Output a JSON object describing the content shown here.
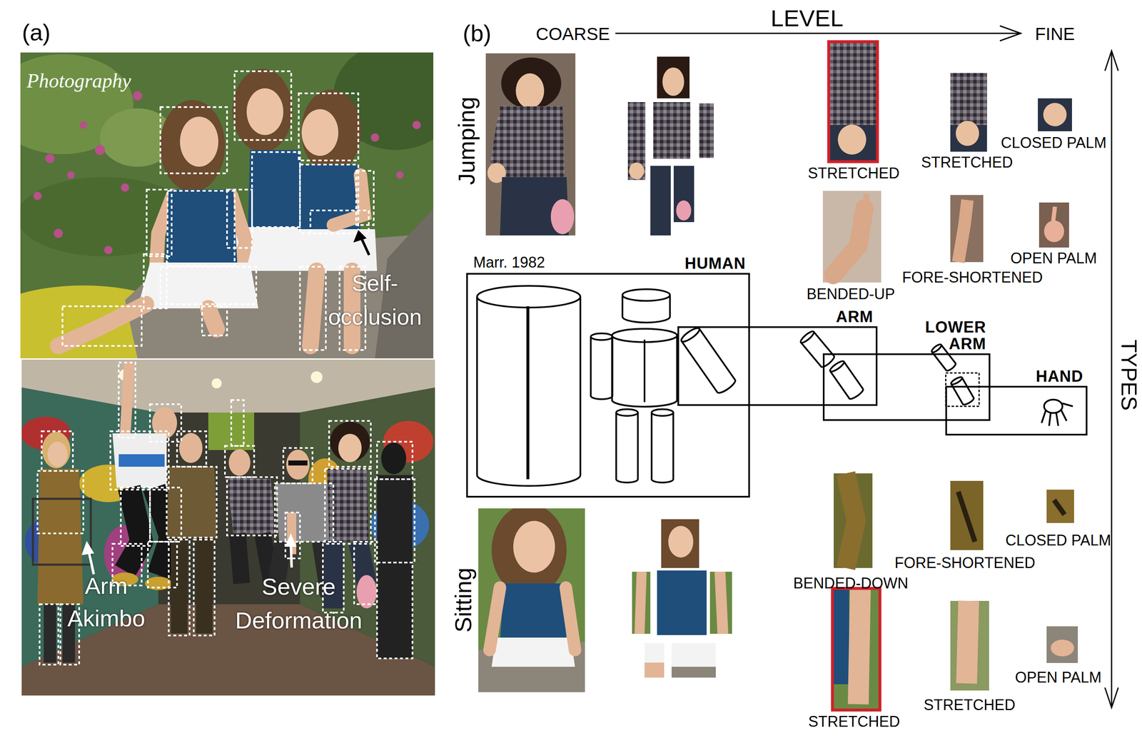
{
  "diagram": {
    "nodes": [
      {
        "text": [
          "HUMAN"
        ]
      },
      {
        "text": [
          "ARM"
        ]
      },
      {
        "text": [
          "LOWER ARM"
        ]
      },
      {
        "text": [
          "HAND"
        ]
      }
    ],
    "labels": [
      "(a)",
      "(b)",
      "LEVEL",
      "COARSE",
      "FINE",
      "TYPES",
      "Jumping",
      "Sitting",
      "Photography",
      "Self- occlusion",
      "Arm Akimbo",
      "Severe Deformation",
      "Marr. 1982",
      "STRETCHED",
      "STRETCHED",
      "CLOSED PALM",
      "BENDED-UP",
      "FORE-SHORTENED",
      "OPEN PALM",
      "BENDED-DOWN",
      "FORE-SHORTENED",
      "CLOSED PALM",
      "STRETCHED",
      "STRETCHED",
      "OPEN PALM"
    ]
  }
}
